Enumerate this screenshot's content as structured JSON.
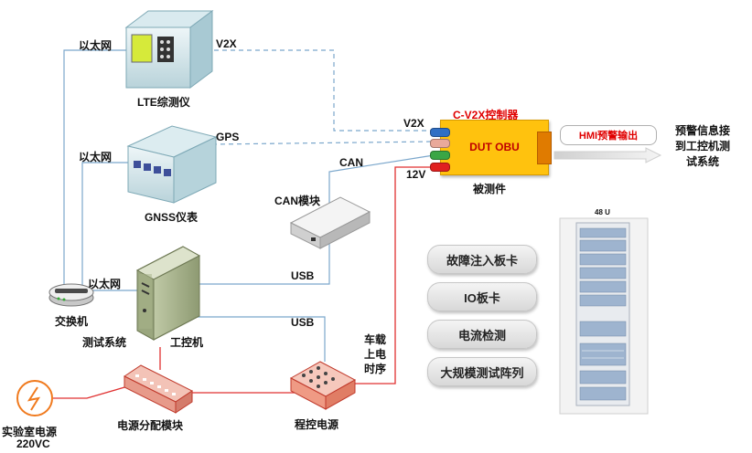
{
  "devices": {
    "lte": "LTE综测仪",
    "gnss": "GNSS仪表",
    "can_module": "CAN模块",
    "switch": "交换机",
    "test_system": "测试系统",
    "ipc": "工控机",
    "pdu": "电源分配模块",
    "psu": "程控电源",
    "lab_power": "实验室电源",
    "lab_voltage": "220VC"
  },
  "links": {
    "eth1": "以太网",
    "eth2": "以太网",
    "eth3": "以太网",
    "v2x_top": "V2X",
    "gps": "GPS",
    "can": "CAN",
    "usb1": "USB",
    "usb2": "USB",
    "v2x_port": "V2X",
    "v12": "12V",
    "power_seq": "车载\n上电\n时序"
  },
  "dut": {
    "controller": "C-V2X控制器",
    "name": "DUT OBU",
    "hmi": "HMI预警输出",
    "caption": "被测件",
    "output_target": "预警信息接到工控机测试系统"
  },
  "modules": [
    "故障注入板卡",
    "IO板卡",
    "电流检测",
    "大规模测试阵列"
  ],
  "rack": {
    "label": "48 U"
  },
  "colors": {
    "dut_yellow": "#ffc20e",
    "line_blue": "#7ba7cc",
    "line_red": "#e03030",
    "accent_red": "#e00000"
  }
}
